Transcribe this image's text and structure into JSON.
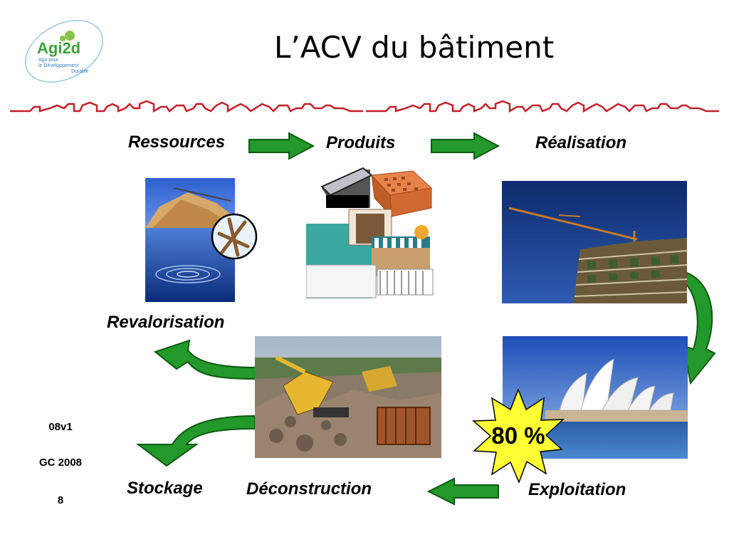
{
  "logo": {
    "name": "Agi2d",
    "tagline_1": "Agir pour",
    "tagline_2": "le Développement",
    "tagline_3": "Durable"
  },
  "slide": {
    "title": "L’ACV du bâtiment"
  },
  "stages": {
    "ressources": "Ressources",
    "produits": "Produits",
    "realisation": "Réalisation",
    "revalorisation": "Revalorisation",
    "stockage": "Stockage",
    "deconstruction": "Déconstruction",
    "exploitation": "Exploitation"
  },
  "badge": {
    "value": "80 %",
    "color": "#ffff33"
  },
  "footer": {
    "version": "08v1",
    "author": "GC 2008",
    "page": "8"
  },
  "colors": {
    "arrow": "#22992a",
    "arrow_dark": "#0d5a12",
    "border_houses": "#c0202a"
  }
}
